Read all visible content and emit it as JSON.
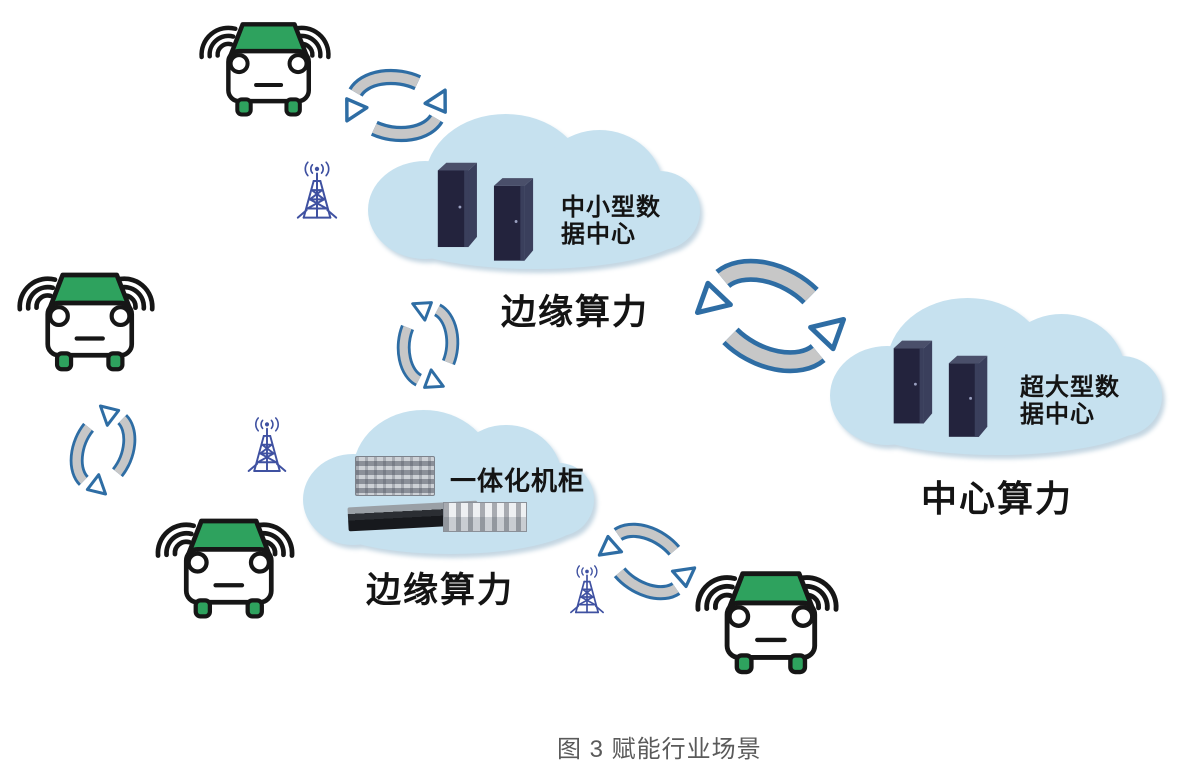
{
  "figure": {
    "caption": "图 3 赋能行业场景"
  },
  "nodes": {
    "edge_cloud_top": {
      "device_line1": "中小型数",
      "device_line2": "据中心",
      "title": "边缘算力"
    },
    "center_cloud": {
      "device_line1": "超大型数",
      "device_line2": "据中心",
      "title": "中心算力"
    },
    "edge_cloud_bottom": {
      "device_label": "一体化机柜",
      "title": "边缘算力"
    }
  },
  "icons": {
    "connected-car-icon": "car front view with wifi waves",
    "sync-arrows-icon": "two curved cyclic sync arrows",
    "cell-tower-icon": "lattice radio tower with signal",
    "server-racks-icon": "two dark server cabinets",
    "rack-chassis-image": "gray blade chassis",
    "server-1u-image": "dark 1U rack server",
    "rack-unit-2u-image": "light 2U rack unit"
  },
  "colors": {
    "cloud": "#c6e1ef",
    "green": "#2ea25e",
    "outline": "#161616",
    "arrow-blue": "#2e6da4",
    "arrow-gray": "#c7c7c7",
    "tower": "#3f51a1",
    "rack-front": "#23233d",
    "rack-side": "#3a3f5c",
    "rack-top": "#4a4f6a",
    "caption": "#5a5a5a"
  }
}
